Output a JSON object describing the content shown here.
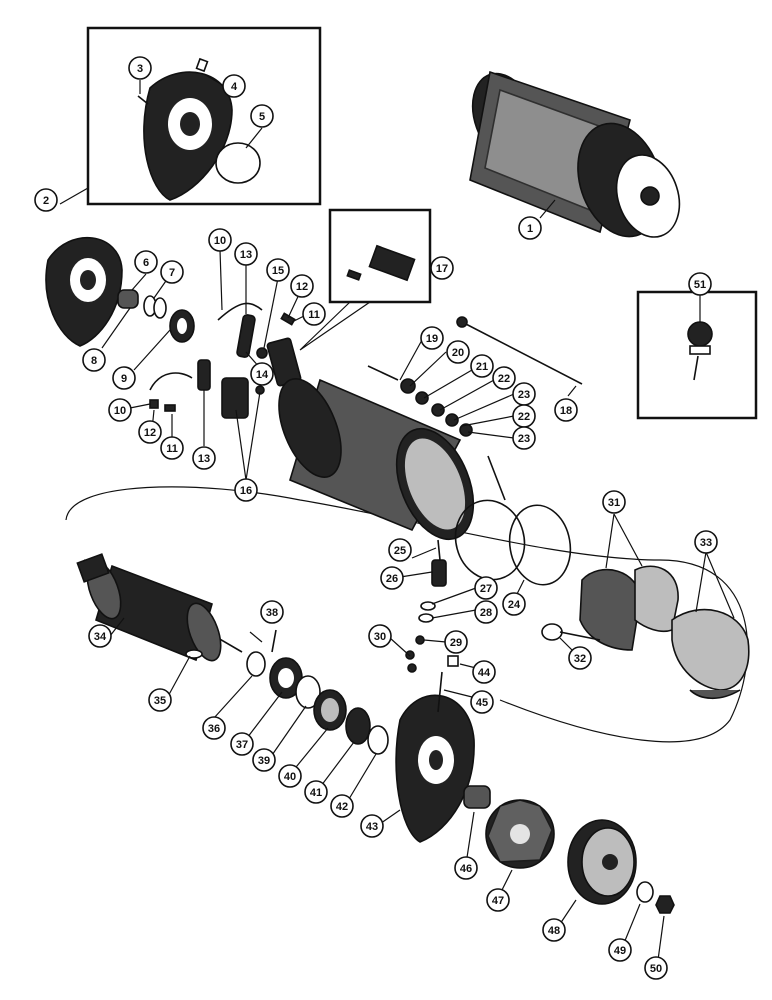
{
  "diagram": {
    "callouts": [
      "1",
      "2",
      "3",
      "4",
      "5",
      "6",
      "7",
      "8",
      "9",
      "10",
      "11",
      "12",
      "13",
      "14",
      "15",
      "16",
      "17",
      "18",
      "19",
      "20",
      "21",
      "22",
      "23",
      "24",
      "25",
      "26",
      "27",
      "28",
      "29",
      "30",
      "31",
      "32",
      "33",
      "34",
      "35",
      "36",
      "37",
      "38",
      "39",
      "40",
      "41",
      "42",
      "43",
      "44",
      "45",
      "46",
      "47",
      "48",
      "49",
      "50",
      "51"
    ],
    "colors": {
      "ink": "#111111",
      "shade": "#555555",
      "paper": "#ffffff"
    }
  }
}
